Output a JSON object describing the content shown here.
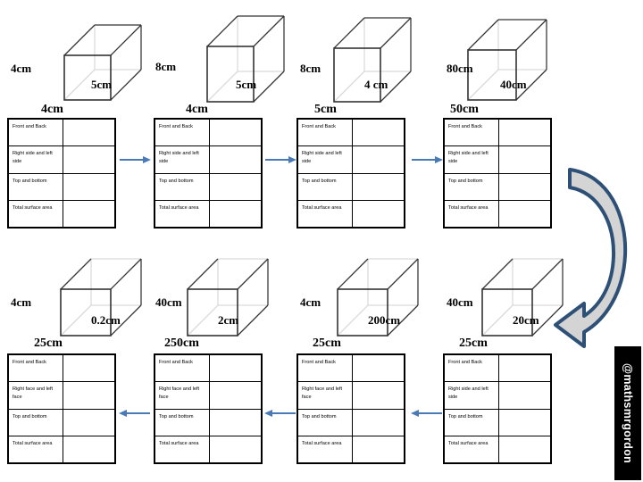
{
  "slide": {
    "watermark": "@mathsmrgordon"
  },
  "table_labels_side": {
    "front_back": "Front and Back",
    "right_left_side": "Right side and left side",
    "right_left_face": "Right face and left face",
    "top_bottom": "Top and bottom",
    "total": "Total surface area"
  },
  "colors": {
    "arrow_blue": "#4a7ab5",
    "big_arrow_outline": "#2e5077",
    "big_arrow_fill": "#d4d4d4",
    "cube_edge": "#333333",
    "cube_hidden_edge": "#d9d9d9",
    "watermark_bg": "#000000",
    "watermark_text": "#ffffff"
  },
  "top_row": {
    "arrow_direction": "right",
    "items": [
      {
        "id": "cuboid-1",
        "height_label": "4cm",
        "depth_label": "5cm",
        "width_label": "4cm",
        "table": {
          "rows": [
            {
              "label": "Front and Back",
              "value": ""
            },
            {
              "label": "Right side and left side",
              "value": ""
            },
            {
              "label": "Top and bottom",
              "value": ""
            },
            {
              "label": "Total surface area",
              "value": ""
            }
          ]
        }
      },
      {
        "id": "cuboid-2",
        "height_label": "8cm",
        "depth_label": "5cm",
        "width_label": "4cm",
        "table": {
          "rows": [
            {
              "label": "Front and Back",
              "value": ""
            },
            {
              "label": "Right side and left side",
              "value": ""
            },
            {
              "label": "Top and bottom",
              "value": ""
            },
            {
              "label": "Total surface area",
              "value": ""
            }
          ]
        }
      },
      {
        "id": "cuboid-3",
        "height_label": "8cm",
        "depth_label": "4 cm",
        "width_label": "5cm",
        "table": {
          "rows": [
            {
              "label": "Front and Back",
              "value": ""
            },
            {
              "label": "Right side and left side",
              "value": ""
            },
            {
              "label": "Top and bottom",
              "value": ""
            },
            {
              "label": "Total surface area",
              "value": ""
            }
          ]
        }
      },
      {
        "id": "cuboid-4",
        "height_label": "80cm",
        "depth_label": "40cm",
        "width_label": "50cm",
        "table": {
          "rows": [
            {
              "label": "Front and Back",
              "value": ""
            },
            {
              "label": "Right side and left side",
              "value": ""
            },
            {
              "label": "Top and bottom",
              "value": ""
            },
            {
              "label": "Total surface area",
              "value": ""
            }
          ]
        }
      }
    ]
  },
  "bottom_row": {
    "arrow_direction": "left",
    "items": [
      {
        "id": "cuboid-5",
        "height_label": "4cm",
        "depth_label": "0.2cm",
        "width_label": "25cm",
        "table": {
          "rows": [
            {
              "label": "Front and Back",
              "value": ""
            },
            {
              "label": "Right face and left face",
              "value": ""
            },
            {
              "label": "Top and bottom",
              "value": ""
            },
            {
              "label": "Total surface area",
              "value": ""
            }
          ]
        }
      },
      {
        "id": "cuboid-6",
        "height_label": "40cm",
        "depth_label": "2cm",
        "width_label": "250cm",
        "table": {
          "rows": [
            {
              "label": "Front and Back",
              "value": ""
            },
            {
              "label": "Right face and left face",
              "value": ""
            },
            {
              "label": "Top and bottom",
              "value": ""
            },
            {
              "label": "Total surface area",
              "value": ""
            }
          ]
        }
      },
      {
        "id": "cuboid-7",
        "height_label": "4cm",
        "depth_label": "200cm",
        "width_label": "25cm",
        "table": {
          "rows": [
            {
              "label": "Front and Back",
              "value": ""
            },
            {
              "label": "Right face and left face",
              "value": ""
            },
            {
              "label": "Top and bottom",
              "value": ""
            },
            {
              "label": "Total surface area",
              "value": ""
            }
          ]
        }
      },
      {
        "id": "cuboid-8",
        "height_label": "40cm",
        "depth_label": "20cm",
        "width_label": "25cm",
        "table": {
          "rows": [
            {
              "label": "Front and Back",
              "value": ""
            },
            {
              "label": "Right side and left side",
              "value": ""
            },
            {
              "label": "Top and bottom",
              "value": ""
            },
            {
              "label": "Total surface area",
              "value": ""
            }
          ]
        }
      }
    ]
  }
}
